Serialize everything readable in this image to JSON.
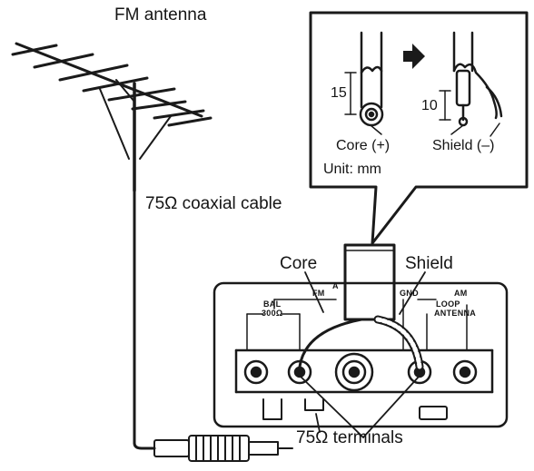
{
  "labels": {
    "fm_antenna": "FM antenna",
    "coaxial_cable": "75Ω coaxial cable",
    "core": "Core",
    "shield": "Shield",
    "terminals": "75Ω terminals"
  },
  "inset": {
    "core_plus": "Core (+)",
    "shield_minus": "Shield (–)",
    "unit": "Unit: mm",
    "dim_15": "15",
    "dim_10": "10"
  },
  "panel": {
    "a": "A",
    "fm": "FM",
    "gnd": "GND",
    "am": "AM",
    "bal": "BAL",
    "bal_ohm": "300Ω",
    "loop": "LOOP",
    "antenna": "ANTENNA"
  }
}
